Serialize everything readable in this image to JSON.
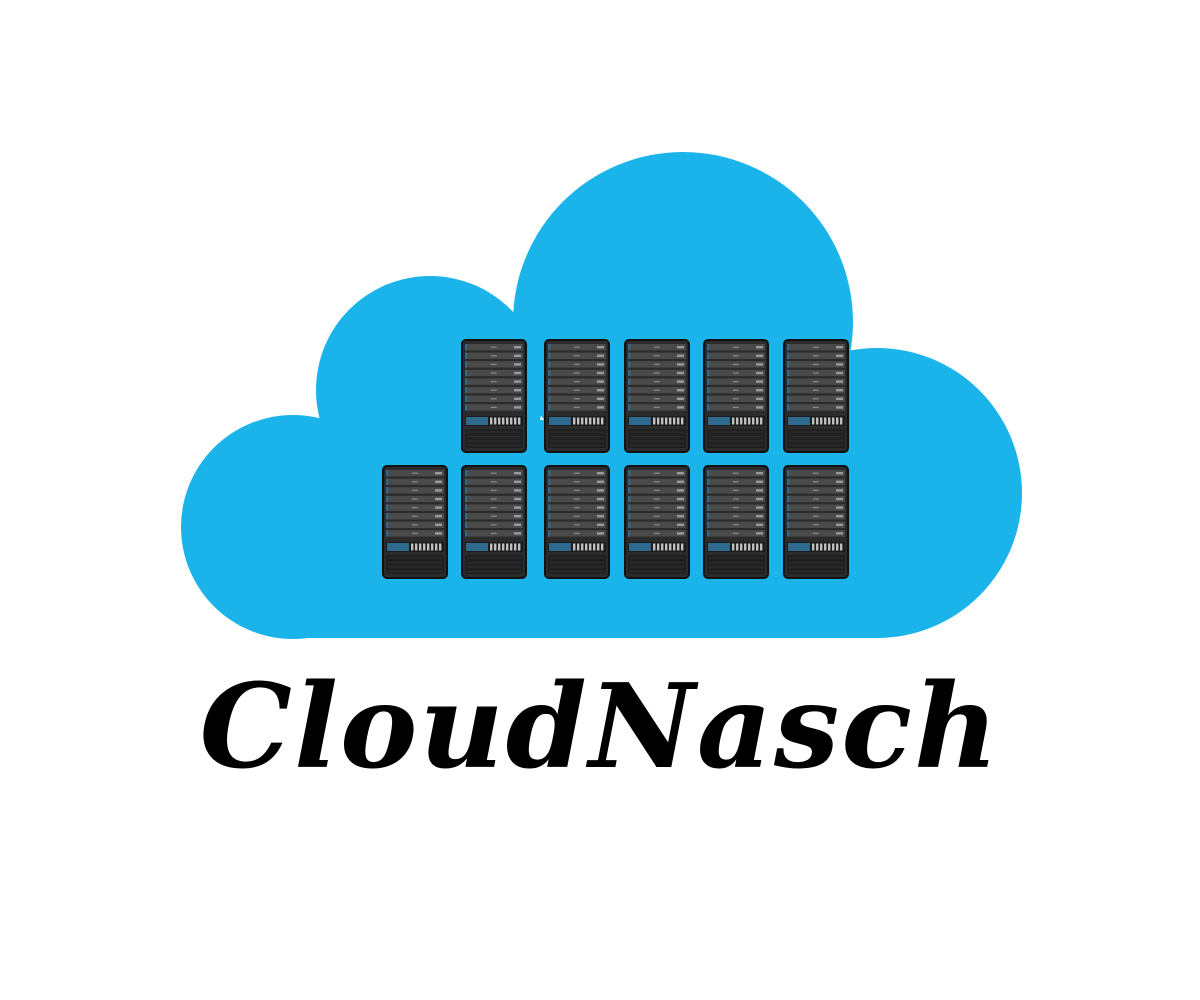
{
  "logo": {
    "brand_name": "CloudNasch",
    "icon": "cloud-server-icon",
    "colors": {
      "cloud": "#1AB4EB",
      "server_body": "#2B2B2B",
      "server_edge": "#111111",
      "drive_bay": "#4A4A4A",
      "status_panel": "#2E6A8E",
      "led_strip": "#BFBFBF",
      "text": "#000000",
      "background": "#FFFFFF"
    },
    "server_rows": [
      5,
      6
    ]
  }
}
